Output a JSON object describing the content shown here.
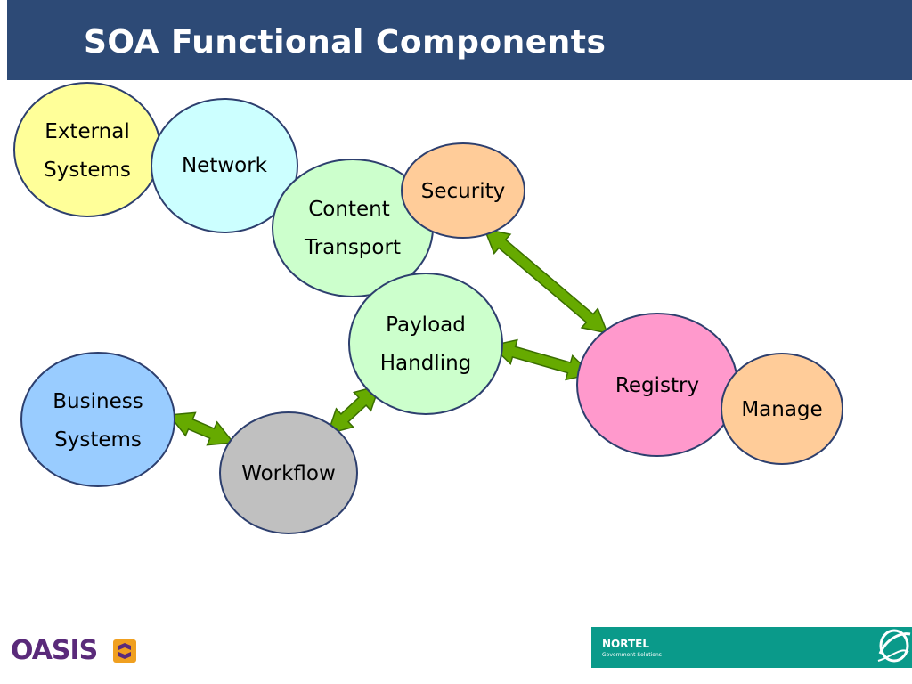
{
  "slide": {
    "title": "SOA Functional Components"
  },
  "nodes": {
    "external_systems": {
      "lines": [
        "External",
        "Systems"
      ],
      "color": "#ffff99"
    },
    "network": {
      "lines": [
        "Network"
      ],
      "color": "#ccffff"
    },
    "content_transport": {
      "lines": [
        "Content",
        "Transport"
      ],
      "color": "#ccffcc"
    },
    "security": {
      "lines": [
        "Security"
      ],
      "color": "#ffcc99"
    },
    "payload_handling": {
      "lines": [
        "Payload",
        "Handling"
      ],
      "color": "#ccffcc"
    },
    "registry": {
      "lines": [
        "Registry"
      ],
      "color": "#ff99cc"
    },
    "manage": {
      "lines": [
        "Manage"
      ],
      "color": "#ffcc99"
    },
    "business_systems": {
      "lines": [
        "Business",
        "Systems"
      ],
      "color": "#99ccff"
    },
    "workflow": {
      "lines": [
        "Workflow"
      ],
      "color": "#c0c0c0"
    }
  },
  "connections": [
    {
      "from": "security",
      "to": "registry",
      "type": "bidirectional"
    },
    {
      "from": "payload_handling",
      "to": "registry",
      "type": "bidirectional"
    },
    {
      "from": "payload_handling",
      "to": "workflow",
      "type": "bidirectional"
    },
    {
      "from": "business_systems",
      "to": "workflow",
      "type": "bidirectional"
    }
  ],
  "colors": {
    "header_bg": "#2d4a76",
    "node_stroke": "#2d3f6e",
    "arrow_fill": "#66aa00",
    "arrow_stroke": "#3a6e00"
  },
  "footer": {
    "oasis_logo": "OASIS",
    "nortel_logo": "NORTEL",
    "nortel_tagline": "Government Solutions"
  }
}
